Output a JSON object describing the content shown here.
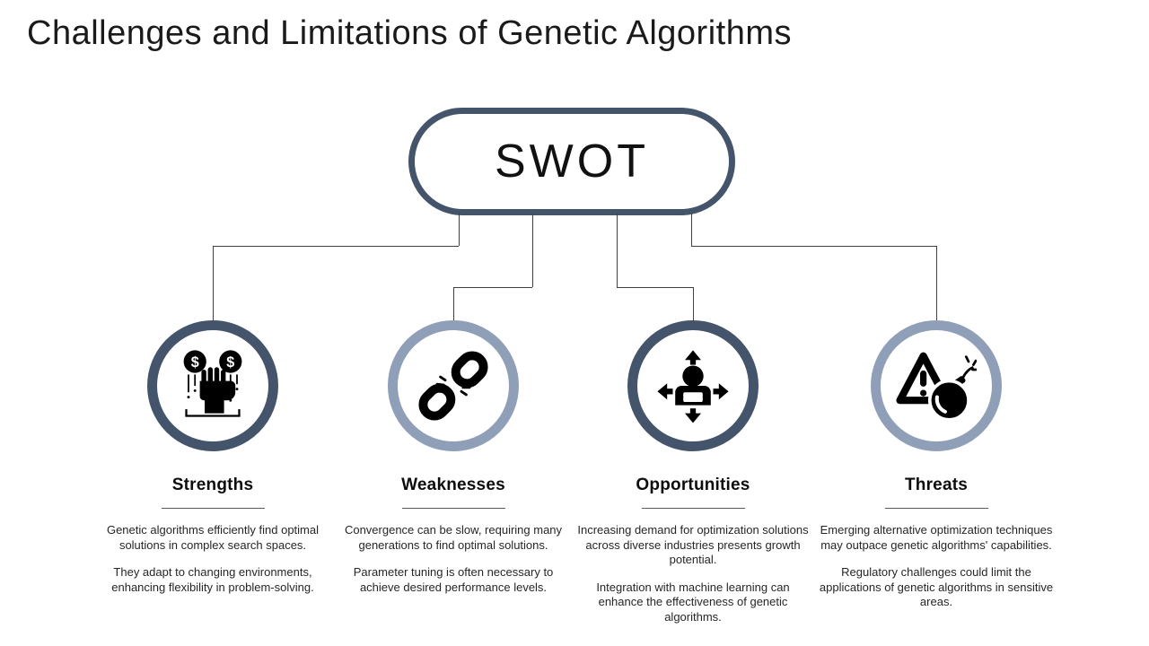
{
  "slide": {
    "title": "Challenges and Limitations of Genetic Algorithms",
    "root": {
      "label": "SWOT"
    },
    "colors": {
      "dark_ring": "#44546A",
      "light_ring": "#8F9FB8",
      "connector": "#404040",
      "icon": "#000000",
      "background": "#FFFFFF"
    },
    "nodes": [
      {
        "label": "Strengths",
        "icon": "money-in-hand-icon",
        "ring": "dark",
        "paragraphs": [
          "Genetic algorithms efficiently find optimal solutions in complex search spaces.",
          "They adapt to changing environments, enhancing flexibility in problem-solving."
        ]
      },
      {
        "label": "Weaknesses",
        "icon": "broken-chain-icon",
        "ring": "light",
        "paragraphs": [
          "Convergence can be slow, requiring many generations to find optimal solutions.",
          "Parameter tuning is often necessary to achieve desired performance levels."
        ]
      },
      {
        "label": "Opportunities",
        "icon": "person-expand-arrows-icon",
        "ring": "dark",
        "paragraphs": [
          "Increasing demand for optimization solutions across diverse industries presents growth potential.",
          "Integration with machine learning can enhance the effectiveness of genetic algorithms."
        ]
      },
      {
        "label": "Threats",
        "icon": "warning-bomb-icon",
        "ring": "light",
        "paragraphs": [
          "Emerging alternative optimization techniques may outpace genetic algorithms' capabilities.",
          "Regulatory challenges could limit the applications of genetic algorithms in sensitive areas."
        ]
      }
    ]
  }
}
